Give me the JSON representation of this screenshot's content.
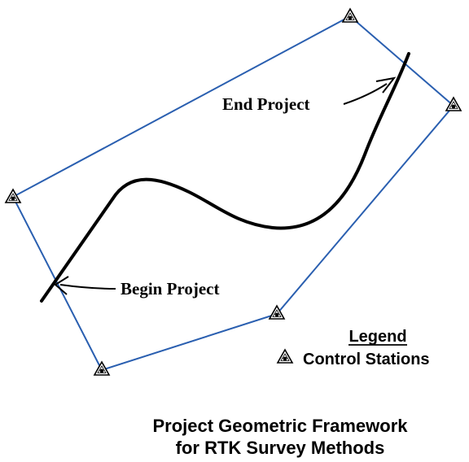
{
  "colors": {
    "boundary": "#2a5fb0",
    "centerline": "#000000",
    "station_fill": "#000000",
    "background": "#ffffff"
  },
  "labels": {
    "end_project": "End Project",
    "begin_project": "Begin Project"
  },
  "legend": {
    "title": "Legend",
    "item_label": "Control Stations",
    "item_icon": "control-station-icon"
  },
  "caption": {
    "line1": "Project Geometric Framework",
    "line2": "for RTK Survey Methods"
  }
}
